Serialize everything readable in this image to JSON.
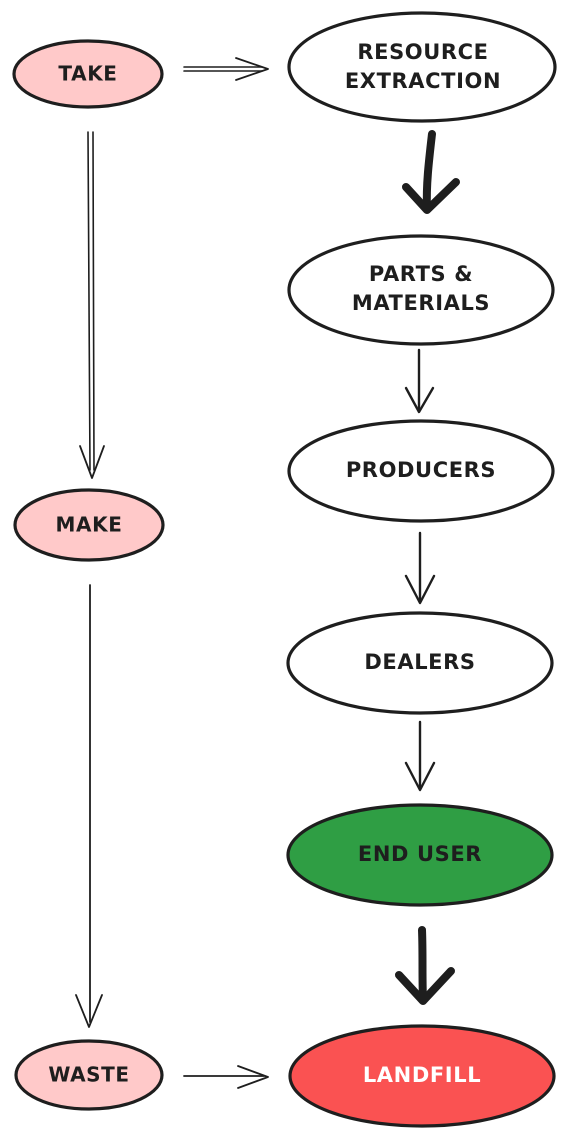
{
  "nodes": {
    "take": "TAKE",
    "make": "MAKE",
    "waste": "WASTE",
    "resource_extraction": [
      "RESOURCE",
      "EXTRACTION"
    ],
    "parts_materials": [
      "PARTS &",
      "MATERIALS"
    ],
    "producers": "PRODUCERS",
    "dealers": "DEALERS",
    "end_user": "END USER",
    "landfill": "LANDFILL"
  },
  "colors": {
    "stage_fill": "#ffc9c9",
    "plain_fill": "#ffffff",
    "end_user_fill": "#2f9e44",
    "landfill_fill": "#fa5252",
    "stroke": "#1e1e1e",
    "landfill_text": "#ffffff"
  }
}
